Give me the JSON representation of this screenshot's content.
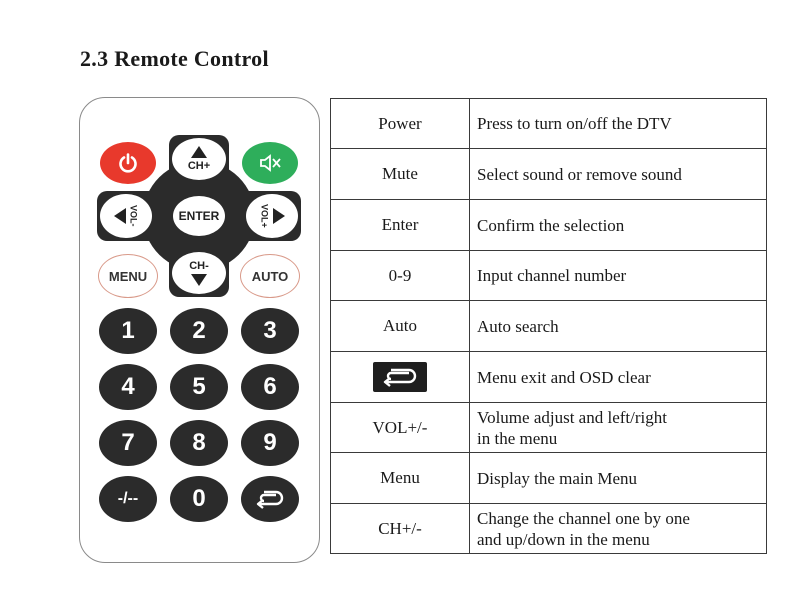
{
  "section": {
    "heading": "2.3  Remote Control"
  },
  "remote": {
    "ch_up": "CH+",
    "ch_down": "CH-",
    "enter": "ENTER",
    "vol_minus": "VOL-",
    "vol_plus": "VOL+",
    "menu": "MENU",
    "auto": "AUTO",
    "digits": [
      "1",
      "2",
      "3",
      "4",
      "5",
      "6",
      "7",
      "8",
      "9"
    ],
    "dash": "-/--",
    "zero": "0",
    "icons": [
      "power-icon",
      "mute-icon",
      "arrow-up-icon",
      "arrow-down-icon",
      "arrow-left-icon",
      "arrow-right-icon",
      "return-icon"
    ],
    "colors": {
      "power": "#e8392c",
      "mute": "#2eae5b",
      "button": "#2b2b2b"
    }
  },
  "table": {
    "rows": [
      {
        "key": "Power",
        "desc": [
          "Press to turn on/off the DTV"
        ]
      },
      {
        "key": "Mute",
        "desc": [
          "Select sound or remove sound"
        ]
      },
      {
        "key": "Enter",
        "desc": [
          "Confirm the selection"
        ]
      },
      {
        "key": "0-9",
        "desc": [
          "Input channel number"
        ]
      },
      {
        "key": "Auto",
        "desc": [
          "Auto search"
        ]
      },
      {
        "key": "",
        "icon": "return-icon",
        "desc": [
          "Menu exit and OSD clear"
        ]
      },
      {
        "key": "VOL+/-",
        "desc": [
          "Volume adjust and left/right",
          "in the menu"
        ]
      },
      {
        "key": "Menu",
        "desc": [
          "Display the main Menu"
        ]
      },
      {
        "key": "CH+/-",
        "desc": [
          "Change the channel one by one",
          "and up/down in the menu"
        ]
      }
    ]
  }
}
